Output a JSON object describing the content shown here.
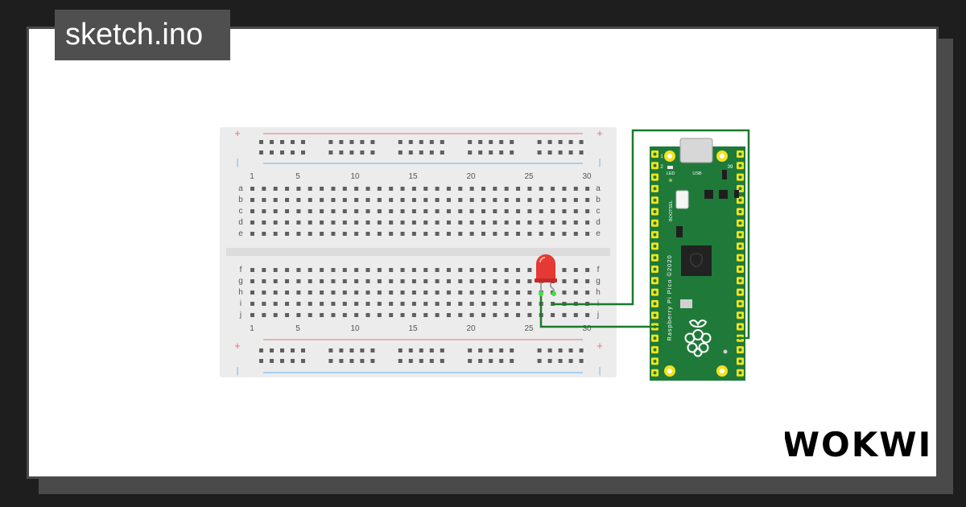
{
  "header": {
    "title": "sketch.ino"
  },
  "brand": {
    "name": "WOKWI"
  },
  "breadboard": {
    "plus_symbol": "+",
    "minus_symbol": "|",
    "column_numbers": [
      "1",
      "5",
      "10",
      "15",
      "20",
      "25",
      "30"
    ],
    "rows_top": [
      "a",
      "b",
      "c",
      "d",
      "e"
    ],
    "rows_bottom": [
      "f",
      "g",
      "h",
      "i",
      "j"
    ]
  },
  "led": {
    "color": "red"
  },
  "pico": {
    "pin_label_left": "1",
    "pin_label_left_2": "2",
    "pin_label_right": "39",
    "led_label": "LED",
    "usb_label": "USB",
    "bootsel_label": "BOOTSEL",
    "board_label": "Raspberry Pi Pico ©2020",
    "board_color": "#1f7a3a",
    "pad_color": "#f2e31c"
  },
  "colors": {
    "wire": "#1a7a2a",
    "rail_red": "#e57373",
    "rail_blue": "#64b5f6",
    "led_red": "#e53935",
    "lead_green": "#44dd44"
  }
}
